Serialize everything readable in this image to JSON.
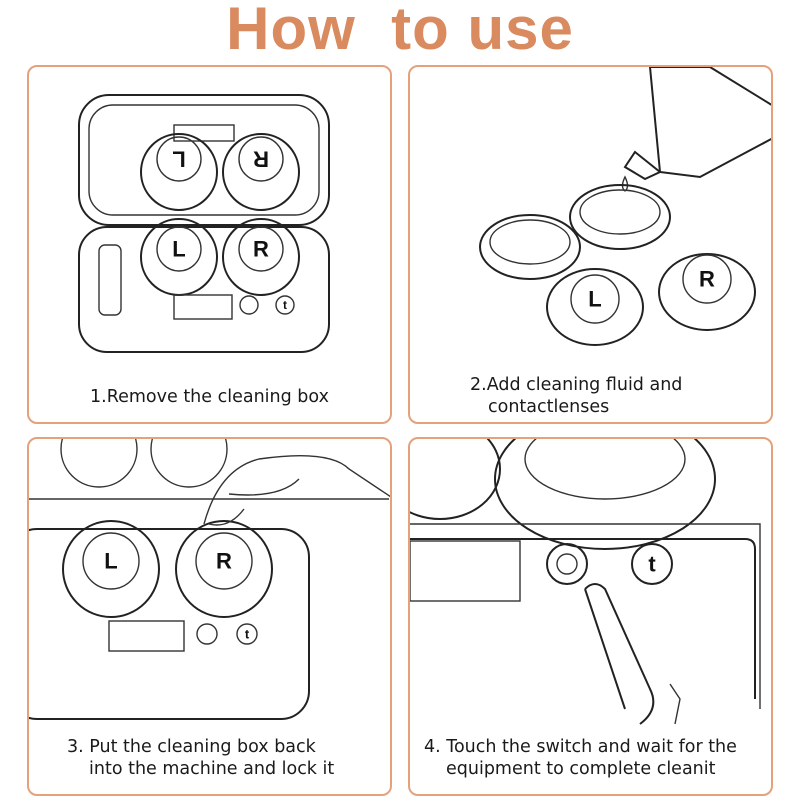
{
  "header": {
    "title": "How  to use"
  },
  "steps": [
    {
      "line1": "1.Remove the cleaning box",
      "line2": ""
    },
    {
      "line1": "2.Add cleaning fluid and",
      "line2": "contactlenses"
    },
    {
      "line1": "3. Put the cleaning box back",
      "line2": "into the machine and lock it"
    },
    {
      "line1": "4. Touch the switch and wait  for the",
      "line2": "equipment to complete cleanit"
    }
  ],
  "lens_labels": {
    "left": "L",
    "right": "R",
    "timer_button": "t"
  },
  "colors": {
    "accent": "#d98a5f",
    "border": "#e3a27c",
    "line_art": "#222222"
  }
}
